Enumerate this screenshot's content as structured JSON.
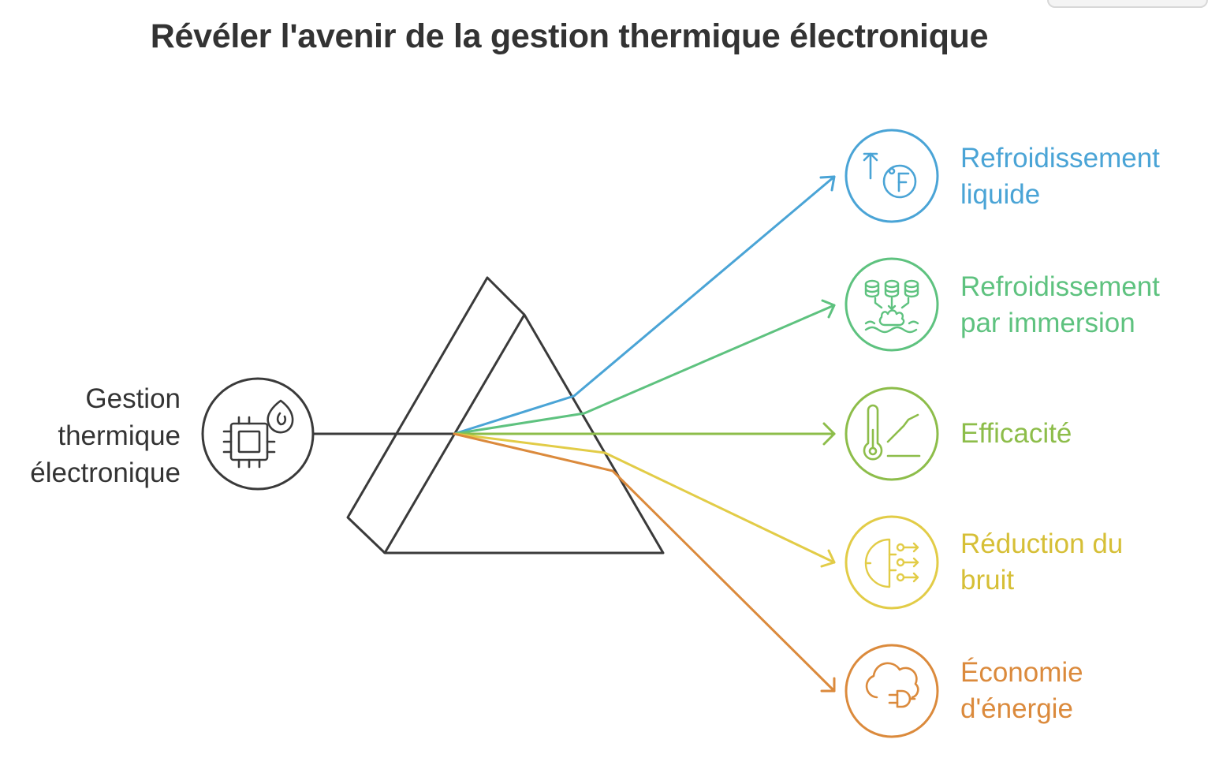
{
  "title": "Révéler l'avenir de la gestion thermique électronique",
  "source": {
    "lines": [
      "Gestion",
      "thermique",
      "électronique"
    ],
    "icon": "cpu-flame-icon"
  },
  "outputs": [
    {
      "id": "liquid",
      "lines": [
        "Refroidissement",
        "liquide"
      ],
      "color": "#4aa4d6",
      "icon": "temperature-fahrenheit-icon"
    },
    {
      "id": "immersion",
      "lines": [
        "Refroidissement",
        "par immersion"
      ],
      "color": "#5ec27f",
      "icon": "servers-immersion-icon"
    },
    {
      "id": "efficiency",
      "lines": [
        "Efficacité"
      ],
      "color": "#8dbd4a",
      "icon": "thermometer-chart-icon"
    },
    {
      "id": "noise",
      "lines": [
        "Réduction du",
        "bruit"
      ],
      "color": "#e2cc47",
      "icon": "noise-filter-icon"
    },
    {
      "id": "energy",
      "lines": [
        "Économie",
        "d'énergie"
      ],
      "color": "#db8a3c",
      "icon": "cloud-plug-icon"
    }
  ],
  "colors": {
    "text": "#333333",
    "outline": "#3a3a3a"
  }
}
